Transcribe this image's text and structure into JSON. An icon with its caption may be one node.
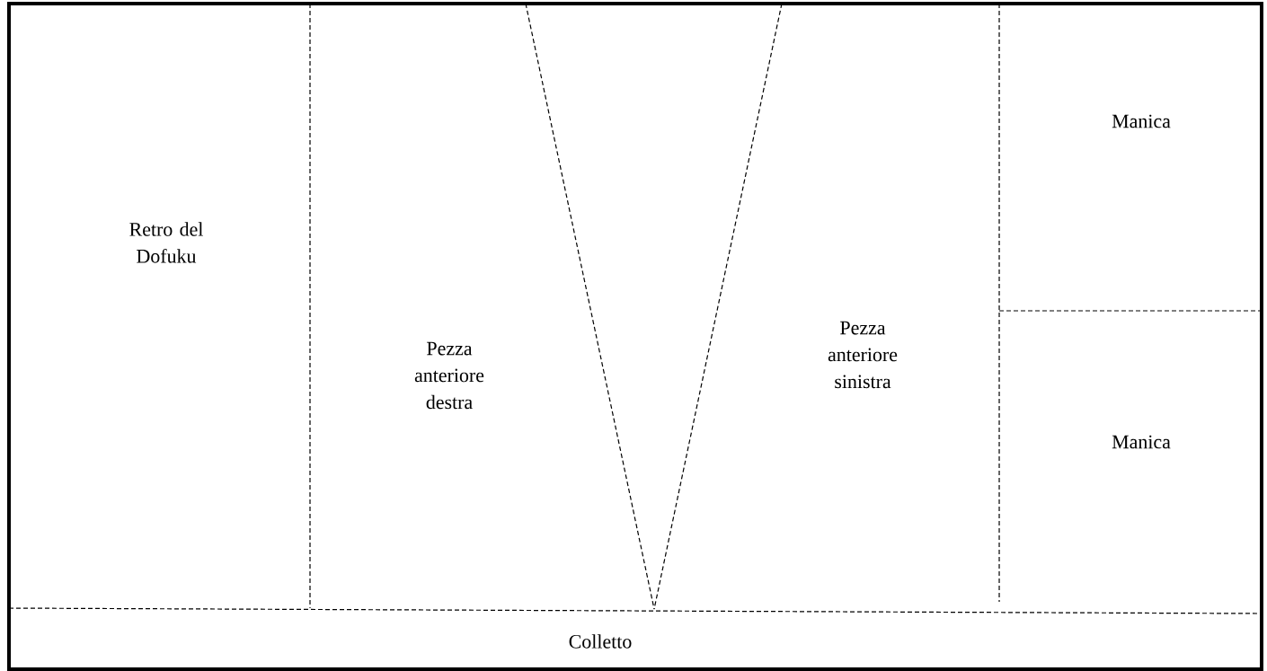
{
  "diagram": {
    "nodes": [
      {
        "text": [
          "Retro del Dofuku"
        ]
      },
      {
        "text": [
          "Pezza anteriore destra"
        ]
      },
      {
        "text": [
          "Pezza anteriore sinistra"
        ]
      },
      {
        "text": [
          "Manica"
        ]
      },
      {
        "text": [
          "Manica"
        ]
      },
      {
        "text": [
          "Colletto"
        ]
      }
    ]
  }
}
